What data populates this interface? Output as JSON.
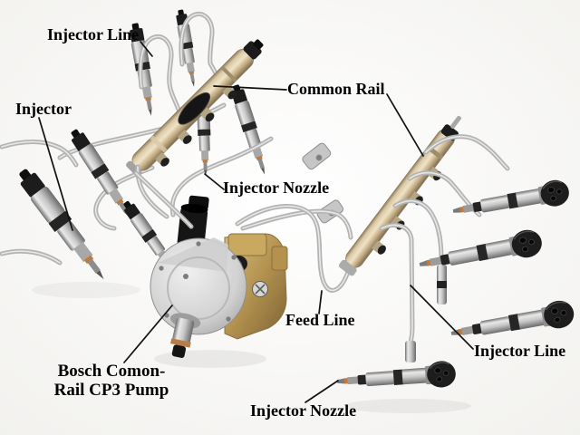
{
  "diagram": {
    "subject": "Common-rail diesel fuel injection system (labeled photo diagram)",
    "background_color": "#fdfdfc",
    "label_text_color": "#000000",
    "leader_line_color": "#111111",
    "labels": {
      "injector_line_top": "Injector Line",
      "injector_left": "Injector",
      "common_rail": "Common Rail",
      "injector_nozzle_top": "Injector Nozzle",
      "feed_line": "Feed Line",
      "injector_line_right": "Injector Line",
      "pump_line1": "Bosch Comon-",
      "pump_line2": "Rail CP3 Pump",
      "injector_nozzle_bottom": "Injector Nozzle"
    },
    "part_colors": {
      "rail_tan": "#d9c8a4",
      "pipe_steel": "#b3b3b3",
      "injector_silver": "#c7c7c7",
      "connector_black": "#1c1c1c",
      "pump_brass": "#b3924f",
      "nozzle_orange": "#c07a3c"
    },
    "callouts": [
      {
        "label": "Injector Line",
        "points_to": "curved steel line on left injector bank"
      },
      {
        "label": "Injector",
        "points_to": "front-left injector body"
      },
      {
        "label": "Common Rail",
        "points_to": "both fuel rails (two leader lines)"
      },
      {
        "label": "Injector Nozzle",
        "points_to": "nozzle tip under left rail"
      },
      {
        "label": "Feed Line",
        "points_to": "steel line from pump to right rail"
      },
      {
        "label": "Injector Line",
        "points_to": "vertical steel line on right bank"
      },
      {
        "label": "Bosch Comon- Rail CP3 Pump",
        "points_to": "high-pressure pump"
      },
      {
        "label": "Injector Nozzle",
        "points_to": "nozzle tip of bottom-right injector"
      }
    ]
  }
}
